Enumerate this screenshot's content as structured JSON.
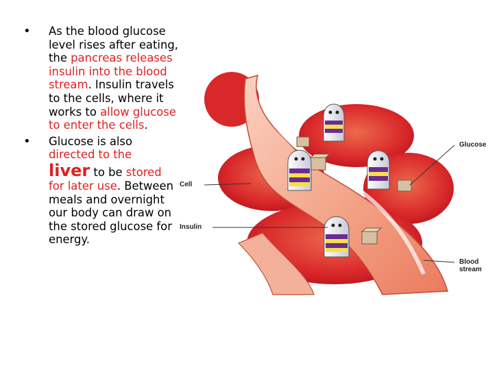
{
  "bullets": [
    {
      "parts": [
        {
          "text": "As the blood glucose level rises after eating, the ",
          "style": "normal"
        },
        {
          "text": "pancreas releases insulin into the blood stream",
          "style": "red"
        },
        {
          "text": ". Insulin travels to the cells, where it works to ",
          "style": "normal"
        },
        {
          "text": "allow glucose to enter the cells",
          "style": "red"
        },
        {
          "text": ".",
          "style": "normal"
        }
      ]
    },
    {
      "parts": [
        {
          "text": "Glucose is also ",
          "style": "normal"
        },
        {
          "text": "directed to the ",
          "style": "red"
        },
        {
          "text": "liver",
          "style": "red-big"
        },
        {
          "text": " to be ",
          "style": "normal"
        },
        {
          "text": "stored for later use",
          "style": "red"
        },
        {
          "text": ". Between meals and overnight our body can draw on the stored glucose for energy.",
          "style": "normal"
        }
      ]
    }
  ],
  "diagram": {
    "labels": {
      "cell": "Cell",
      "insulin": "Insulin",
      "glucose": "Glucose",
      "blood_stream": "Blood stream"
    }
  },
  "colors": {
    "highlight_red": "#e02020",
    "cell_red": "#d9282a",
    "vessel_orange": "#f09a7c",
    "insulin_stripe_purple": "#6a2c91",
    "insulin_stripe_yellow": "#f5e04a"
  }
}
